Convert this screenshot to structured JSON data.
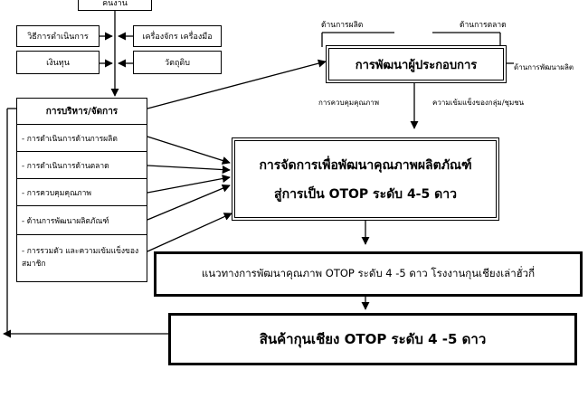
{
  "inputs": {
    "top": "คนงาน",
    "method": "วิธีการดำเนินการ",
    "machine": "เครื่องจักร เครื่องมือ",
    "money": "เงินทุน",
    "material": "วัตถุดิบ"
  },
  "entrepreneur": {
    "title": "การพัฒนาผู้ประกอบการ",
    "top_left": "ด้านการผลิต",
    "top_right": "ด้านการตลาด",
    "right": "ด้านการพัฒนาผลิต",
    "bottom_left": "การควบคุมคุณภาพ",
    "bottom_right": "ความเข้มแข็งของกลุ่ม/ชุมชน"
  },
  "management": {
    "title": "การบริหาร/จัดการ",
    "items": [
      "- การดำเนินการด้านการผลิต",
      "- การดำเนินการด้านตลาด",
      "- การควบคุมคุณภาพ",
      "- ด้านการพัฒนาผลิตภัณฑ์",
      "- การรวมตัว และความเข้มแข็งของสมาชิก"
    ]
  },
  "quality_box": {
    "line1": "การจัดการเพื่อพัฒนาคุณภาพผลิตภัณฑ์",
    "line2": "สู่การเป็น OTOP ระดับ 4-5 ดาว"
  },
  "guideline_box": {
    "text": "แนวทางการพัฒนาคุณภาพ OTOP ระดับ 4 -5 ดาว โรงงานกุนเชียงเล่าฮั่วกี่"
  },
  "product_box": {
    "text": "สินค้ากุนเชียง OTOP ระดับ 4 -5 ดาว"
  }
}
